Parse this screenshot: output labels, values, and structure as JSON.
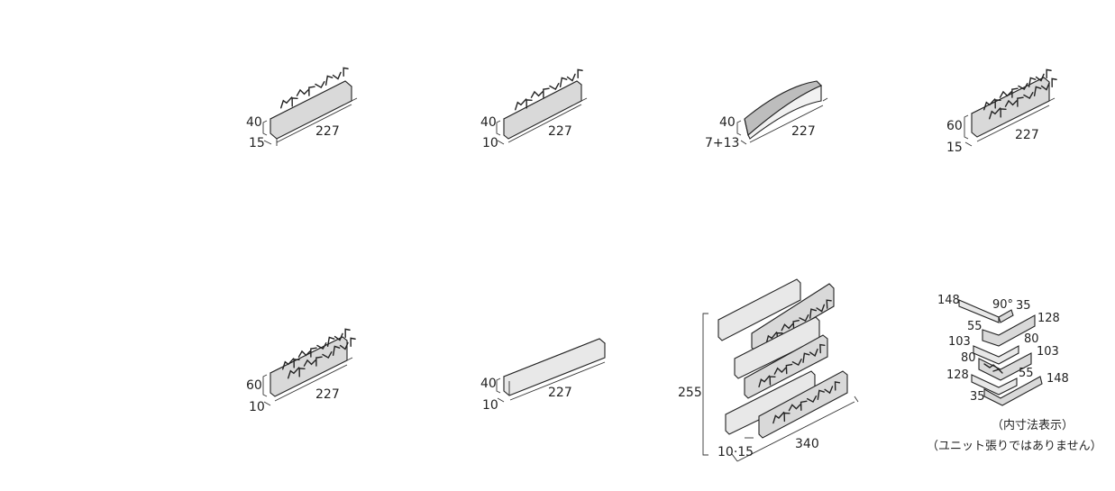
{
  "tiles": [
    {
      "height": "40",
      "thickness": "15",
      "length": "227",
      "style": "textured"
    },
    {
      "height": "40",
      "thickness": "10",
      "length": "227",
      "style": "textured"
    },
    {
      "height": "40",
      "thickness": "7+13",
      "length": "227",
      "style": "curved"
    },
    {
      "height": "60",
      "thickness": "15",
      "length": "227",
      "style": "textured"
    },
    {
      "height": "60",
      "thickness": "10",
      "length": "227",
      "style": "textured"
    },
    {
      "height": "40",
      "thickness": "10",
      "length": "227",
      "style": "smooth"
    }
  ],
  "unit": {
    "height": "255",
    "thickness": "10·15",
    "length": "340"
  },
  "corner": {
    "labels": [
      "148",
      "90°",
      "35",
      "128",
      "55",
      "103",
      "80",
      "103",
      "80",
      "128",
      "55",
      "148",
      "35"
    ],
    "note_line1": "（内寸法表示）",
    "note_line2": "（ユニット張りではありません）"
  }
}
